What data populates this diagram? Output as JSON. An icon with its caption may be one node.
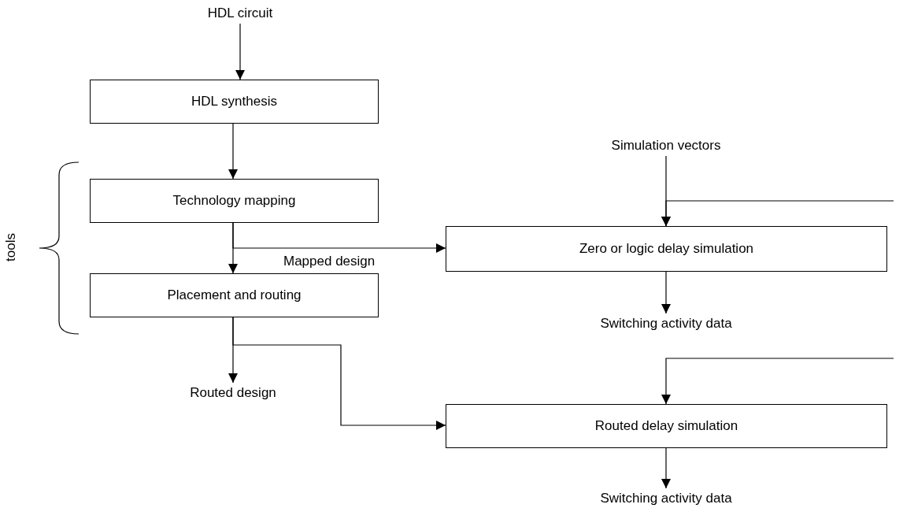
{
  "diagram": {
    "nodes": [
      {
        "text": [
          "HDL circuit"
        ]
      },
      {
        "text": [
          "HDL synthesis"
        ]
      },
      {
        "text": [
          "Technology mapping"
        ]
      },
      {
        "text": [
          "Placement and routing"
        ]
      },
      {
        "text": [
          "Routed design"
        ]
      },
      {
        "text": [
          "Simulation vectors"
        ]
      },
      {
        "text": [
          "Zero or logic delay simulation"
        ]
      },
      {
        "text": [
          "Switching activity data"
        ]
      },
      {
        "text": [
          "Routed delay simulation"
        ]
      },
      {
        "text": [
          "Switching activity data"
        ]
      }
    ],
    "edges": [
      {
        "from": 0,
        "to": 1,
        "arrow": "to"
      },
      {
        "from": 1,
        "to": 2,
        "arrow": "to"
      },
      {
        "from": 2,
        "to": 3,
        "arrow": "to"
      },
      {
        "from": 2,
        "to": 6,
        "arrow": "to",
        "label": "Mapped design"
      },
      {
        "from": 3,
        "to": 4,
        "arrow": "to"
      },
      {
        "from": 3,
        "to": 8,
        "arrow": "to"
      },
      {
        "from": 5,
        "to": 6,
        "arrow": "to"
      },
      {
        "from": null,
        "to": 6,
        "arrow": "to"
      },
      {
        "from": 6,
        "to": 7,
        "arrow": "to"
      },
      {
        "from": null,
        "to": 8,
        "arrow": "to"
      },
      {
        "from": 8,
        "to": 9,
        "arrow": "to"
      }
    ],
    "labels": [
      "tools"
    ]
  }
}
